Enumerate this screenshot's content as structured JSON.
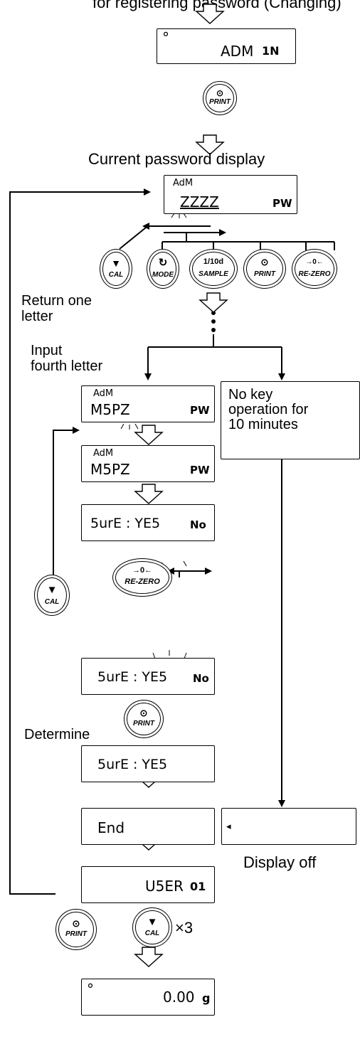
{
  "top_text": "for registering password (Changing)",
  "screens": {
    "adm_1n": {
      "dot": "°",
      "text": "ADM",
      "unit": "1N"
    },
    "current_pw": {
      "small": "AdM",
      "text": "ZZZZ",
      "unit": "PW"
    },
    "fourth_letter": {
      "small": "AdM",
      "text": "M5PZ",
      "unit": "PW"
    },
    "m5pz": {
      "small": "AdM",
      "text": "M5PZ",
      "unit": "PW"
    },
    "sure_1": {
      "text": "5urE : YE5",
      "unit": "No"
    },
    "sure_2": {
      "text": "5urE : YE5",
      "unit": "No"
    },
    "sure_3": {
      "text": "5urE : YE5"
    },
    "end": {
      "text": "End"
    },
    "off": {
      "text": "◂"
    },
    "user": {
      "text": "U5ER",
      "unit": "01"
    },
    "weight": {
      "dot": "°",
      "text": "0.00",
      "unit": "g"
    }
  },
  "keys": {
    "print": {
      "icon": "⊙",
      "label": "PRINT"
    },
    "cal": {
      "icon": "▼",
      "label": "CAL"
    },
    "mode": {
      "icon": "↻",
      "label": "MODE"
    },
    "sample": {
      "icon": "1/10d",
      "label": "SAMPLE"
    },
    "rezero": {
      "icon": "→0←",
      "label": "RE-ZERO"
    }
  },
  "labels": {
    "current_password": "Current password display",
    "return_one_letter": "Return one\nletter",
    "input_fourth": "Input\nfourth letter",
    "no_key": "No key\noperation for\n10 minutes",
    "determine": "Determine",
    "display_off": "Display off",
    "times3": "×3"
  }
}
